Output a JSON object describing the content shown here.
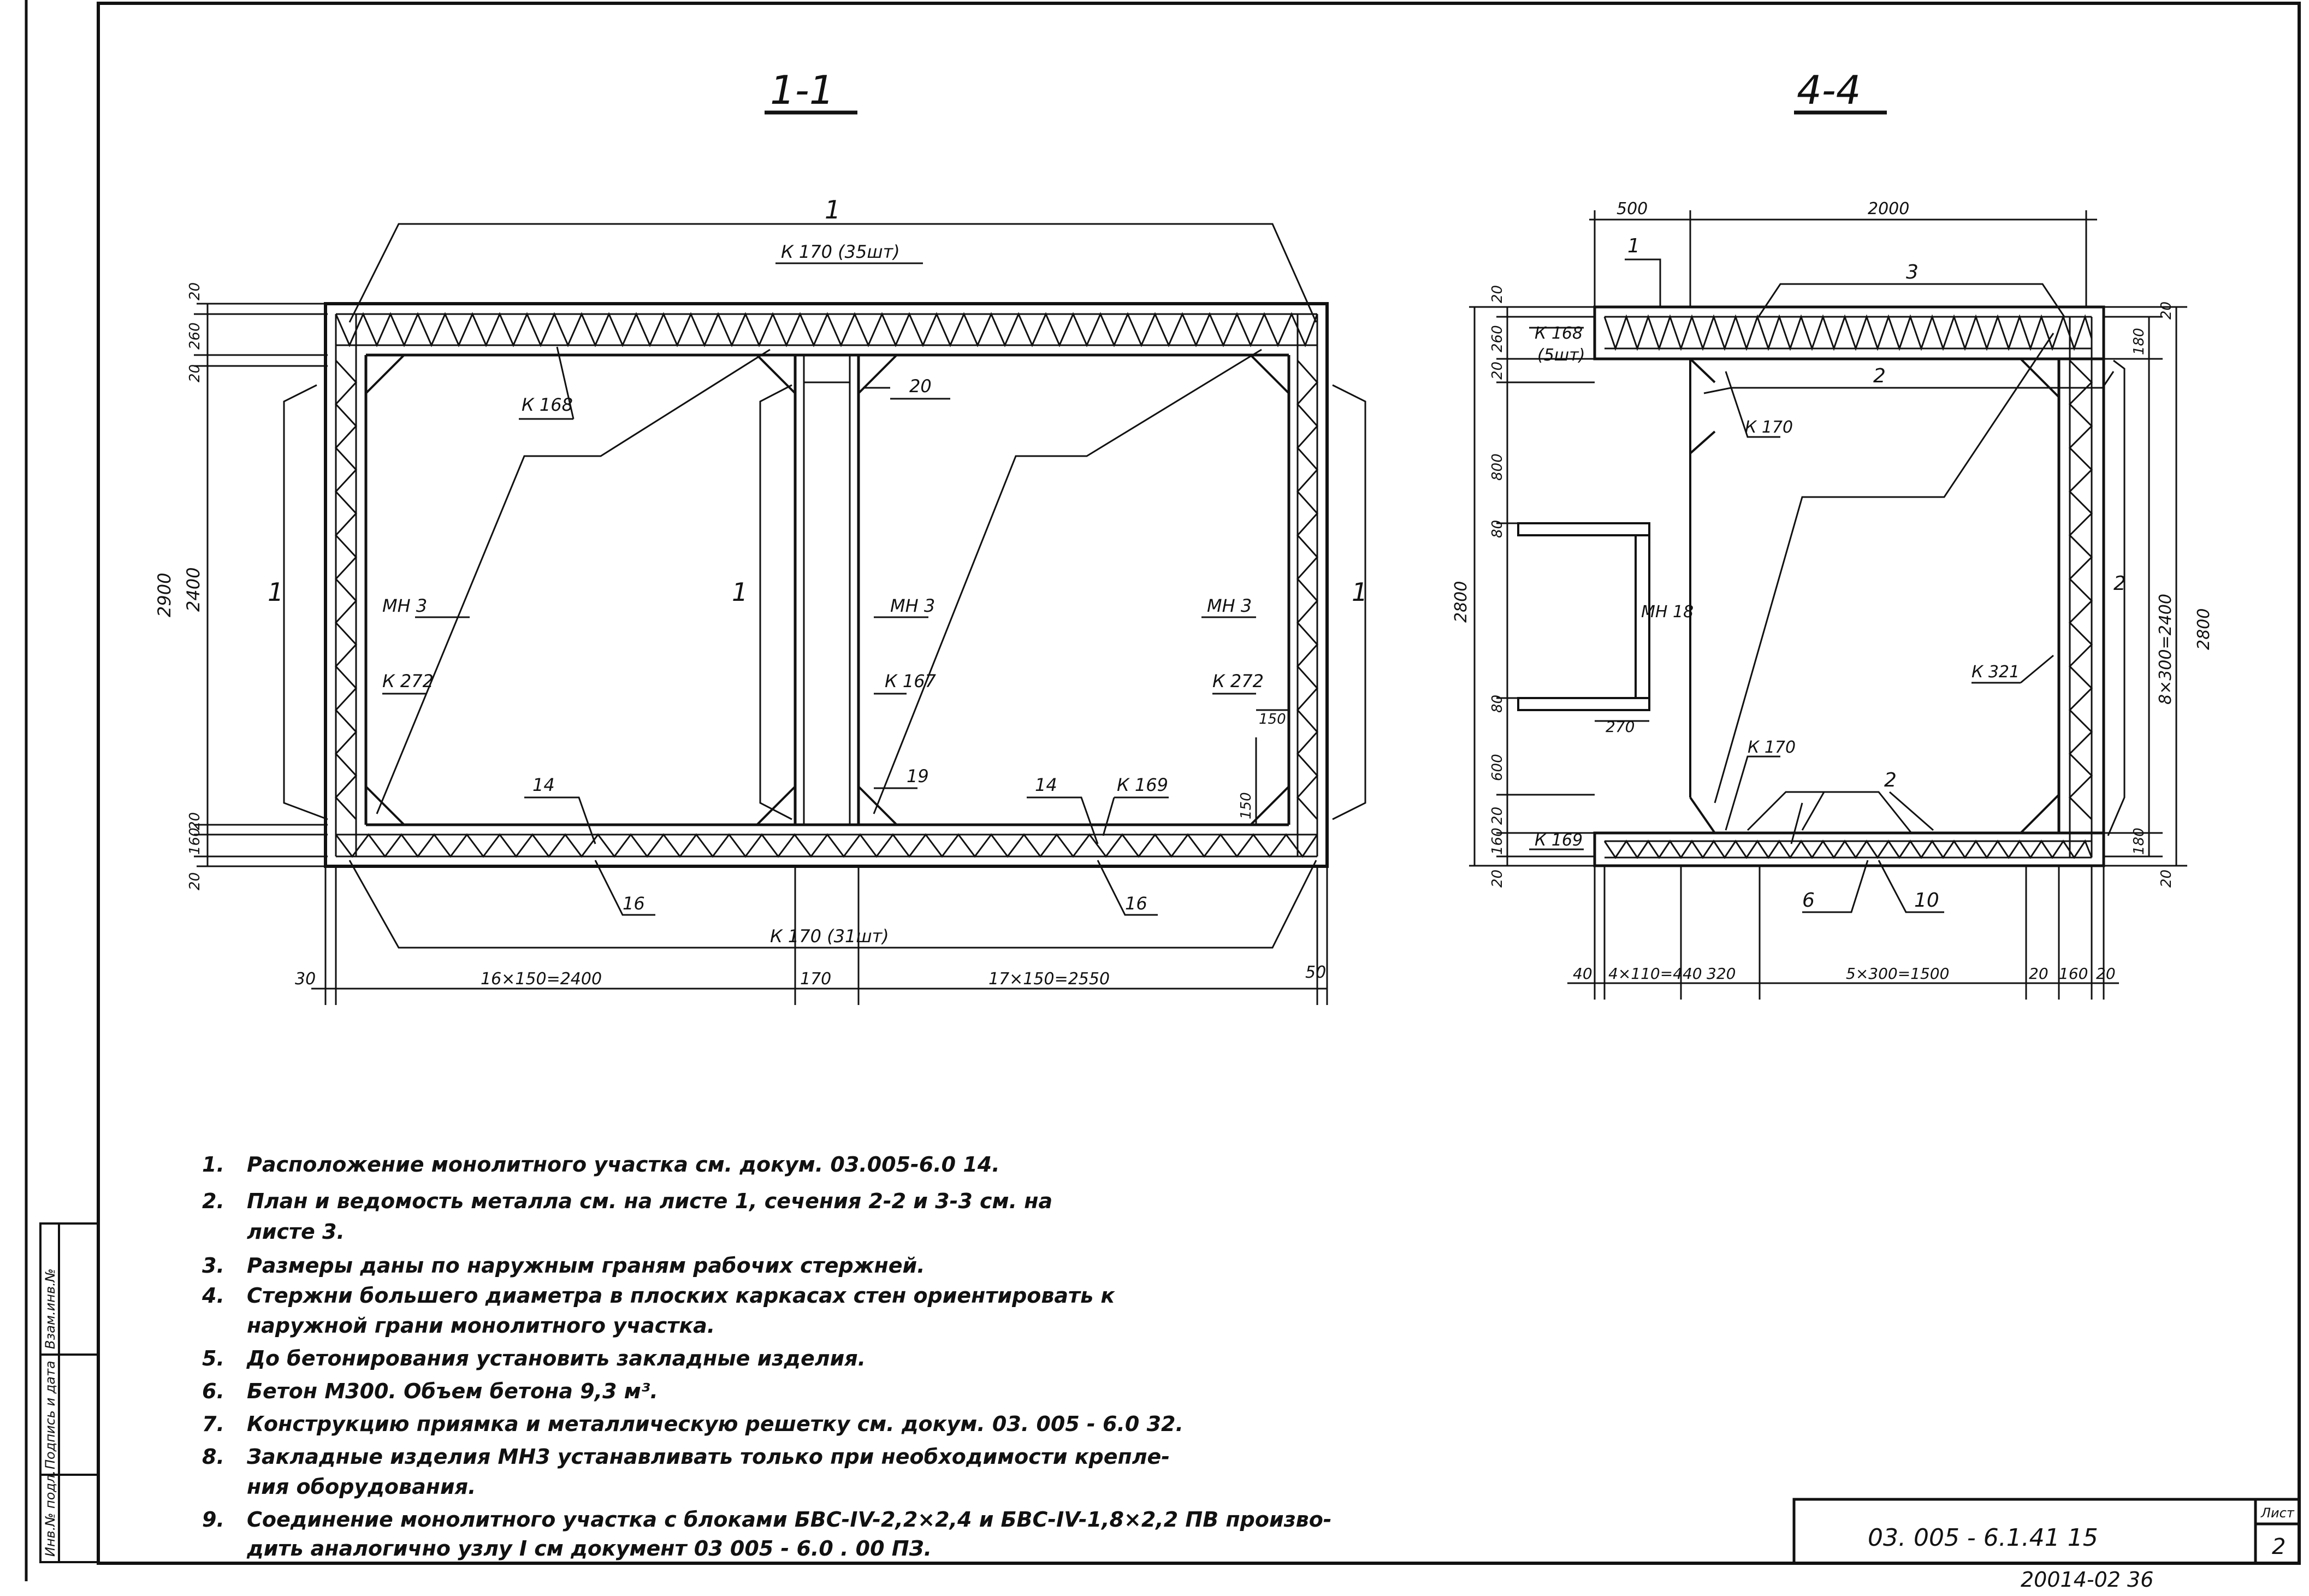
{
  "sections": {
    "s11": {
      "title": "1-1",
      "labels": {
        "leader_1": "1",
        "k170_top": "К 170  (35шт)",
        "k168": "К 168",
        "mn3": "МН 3",
        "k272": "К 272",
        "k167": "К 167",
        "k169": "К 169",
        "n14": "14",
        "n16": "16",
        "n19": "19",
        "n20": "20",
        "k170_bottom": "К 170  (31шт)"
      },
      "dims": {
        "d20": "20",
        "d260": "260",
        "d2400": "2400",
        "d2900": "2900",
        "d160": "160",
        "d150": "150",
        "d30": "30",
        "d16x150": "16×150=2400",
        "d170": "170",
        "d17x150": "17×150=2550",
        "d50": "50"
      }
    },
    "s44": {
      "title": "4-4",
      "labels": {
        "n1": "1",
        "n2": "2",
        "n3": "3",
        "n6": "6",
        "n10": "10",
        "k168": "К 168",
        "k168_qty": "(5шт)",
        "k170": "К 170",
        "mn18": "МН 18",
        "k321": "К 321",
        "k169": "К 169"
      },
      "dims": {
        "d500": "500",
        "d2000": "2000",
        "d20": "20",
        "d260": "260",
        "d180": "180",
        "d800": "800",
        "d80": "80",
        "d600": "600",
        "d160": "160",
        "d2800": "2800",
        "d8x300": "8×300=2400",
        "d270": "270",
        "d40": "40",
        "d4x110": "4×110=440",
        "d320": "320",
        "d5x300": "5×300=1500"
      }
    }
  },
  "notes": [
    {
      "num": "1.",
      "lines": [
        "Расположение   монолитного   участка  см.  докум.  03.005-6.0  14."
      ]
    },
    {
      "num": "2.",
      "lines": [
        "План            и ведомость   металла   см. на  листе   1, сечения  2-2  и 3-3  см. на",
        "листе  3."
      ]
    },
    {
      "num": "3.",
      "lines": [
        "Размеры   даны   по  наружным   граням  рабочих   стержней."
      ]
    },
    {
      "num": "4.",
      "lines": [
        "Стержни   большего        диаметра  в  плоских   каркасах  стен  ориентировать  к",
        "наружной  грани  монолитного      участка."
      ]
    },
    {
      "num": "5.",
      "lines": [
        "До  бетонирования   установить   закладные  изделия."
      ]
    },
    {
      "num": "6.",
      "lines": [
        "Бетон  М300.  Объем  бетона  9,3 м³."
      ]
    },
    {
      "num": "7.",
      "lines": [
        "Конструкцию  приямка  и  металлическую  решетку  см.  докум.  03. 005 - 6.0   32."
      ]
    },
    {
      "num": "8.",
      "lines": [
        "Закладные  изделия           МН3  устанавливать  только  при  необходимости  крепле-",
        "ния  оборудования."
      ]
    },
    {
      "num": "9.",
      "lines": [
        "Соединение  монолитного  участка  с  блоками  БВС-IV-2,2×2,4  и  БВС-IV-1,8×2,2 ПВ  произво-",
        "дить  аналогично  узлу I   см  документ      03  005 - 6.0 . 00  ПЗ."
      ]
    }
  ],
  "stamp": {
    "doc_code": "03. 005 - 6.1.41  15",
    "sheet_label": "Лист",
    "sheet_num": "2",
    "below_code": "20014-02  36"
  },
  "side_stamp": [
    "Инв.№ подл.",
    "Подпись и дата",
    "Взам.инв.№"
  ]
}
